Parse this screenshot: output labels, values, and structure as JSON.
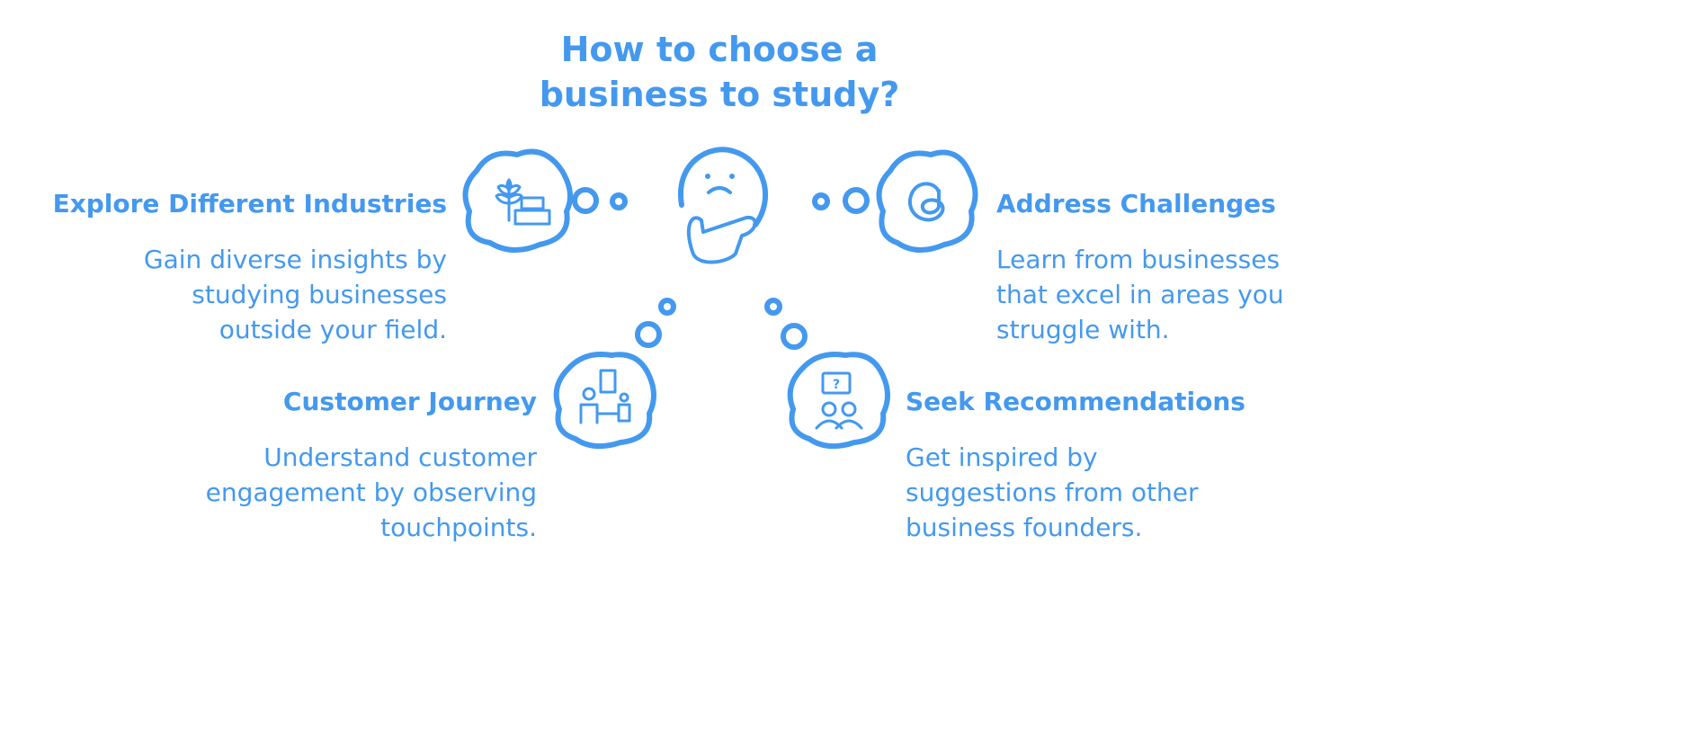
{
  "title": {
    "line1": "How to choose a",
    "line2": "business to study?"
  },
  "items": [
    {
      "heading": "Explore Different Industries",
      "lines": [
        "Gain diverse insights by",
        "studying businesses",
        "outside your field."
      ],
      "icon": "wheat-store-icon"
    },
    {
      "heading": "Address Challenges",
      "lines": [
        "Learn from businesses",
        "that excel in areas you",
        "struggle with."
      ],
      "icon": "threads-icon"
    },
    {
      "heading": "Customer Journey",
      "lines": [
        "Understand customer",
        "engagement by observing",
        "touchpoints."
      ],
      "icon": "customer-touchpoint-icon"
    },
    {
      "heading": "Seek Recommendations",
      "lines": [
        "Get inspired by",
        "suggestions from other",
        "business founders."
      ],
      "icon": "people-question-icon"
    }
  ],
  "colors": {
    "accent": "#4499ee"
  }
}
